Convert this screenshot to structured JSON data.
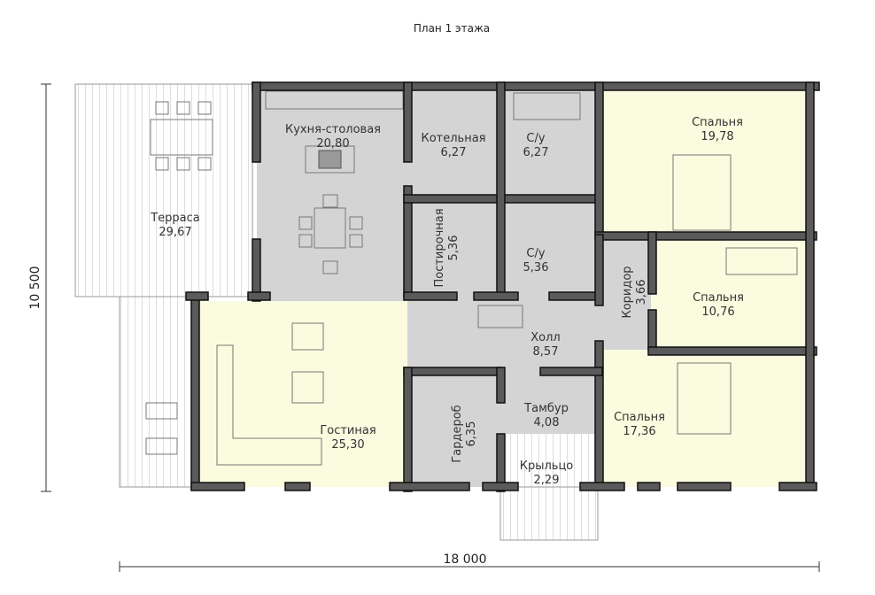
{
  "title": "План 1 этажа",
  "dimensions": {
    "height": "10 500",
    "width": "18 000"
  },
  "colors": {
    "gray_room": "#d4d4d4",
    "yellow_room": "#fbfbdf",
    "wall": "#5a5a5a",
    "terrace": "#ffffff"
  },
  "rooms": [
    {
      "name": "Терраса",
      "area": "29,67"
    },
    {
      "name": "Кухня-столовая",
      "area": "20,80"
    },
    {
      "name": "Котельная",
      "area": "6,27"
    },
    {
      "name": "С/у",
      "area": "6,27"
    },
    {
      "name": "Постирочная",
      "area": "5,36"
    },
    {
      "name": "С/у",
      "area": "5,36"
    },
    {
      "name": "Спальня",
      "area": "19,78"
    },
    {
      "name": "Коридор",
      "area": "3,66"
    },
    {
      "name": "Спальня",
      "area": "10,76"
    },
    {
      "name": "Холл",
      "area": "8,57"
    },
    {
      "name": "Гостиная",
      "area": "25,30"
    },
    {
      "name": "Гардероб",
      "area": "6,35"
    },
    {
      "name": "Тамбур",
      "area": "4,08"
    },
    {
      "name": "Спальня",
      "area": "17,36"
    },
    {
      "name": "Крыльцо",
      "area": "2,29"
    }
  ]
}
